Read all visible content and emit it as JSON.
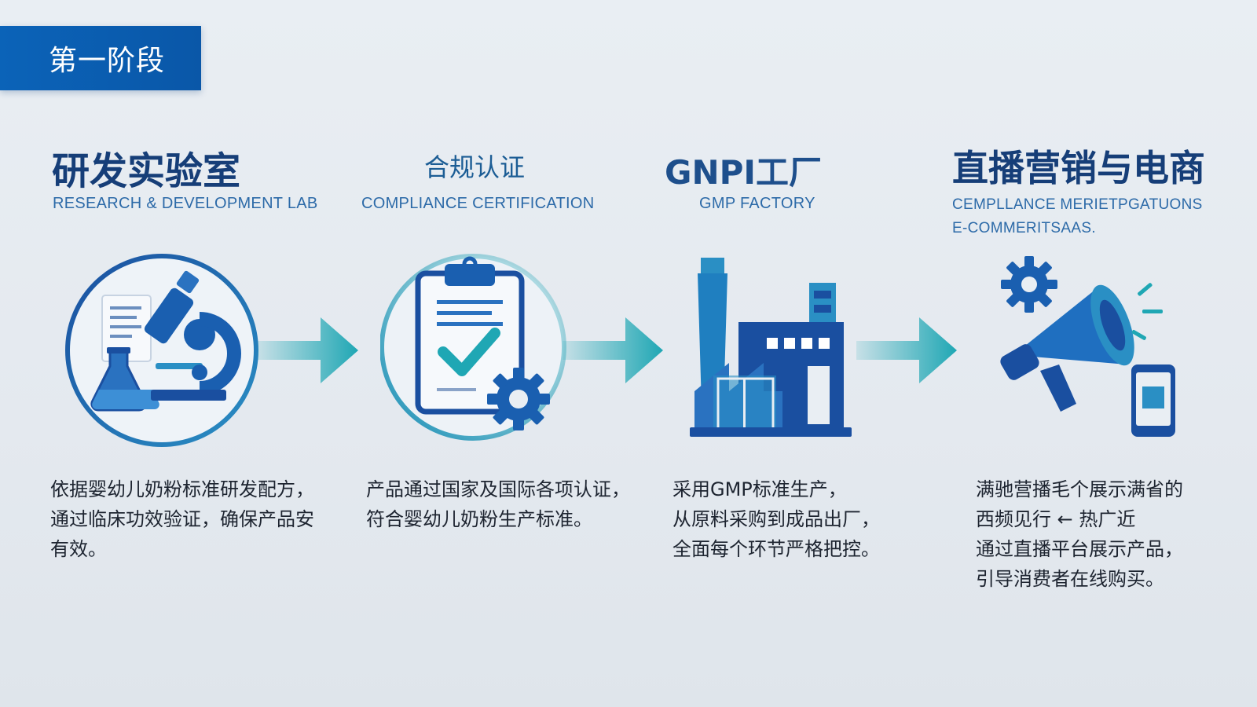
{
  "stage_label": "第一阶段",
  "steps": [
    {
      "title": "研发实验室",
      "subtitle": "RESEARCH & DEVELOPMENT LAB",
      "icon": "microscope-flask-icon",
      "desc": [
        "依据婴幼儿奶粉标准研发配方，",
        "通过临床功效验证，确保产品安",
        "有效。"
      ]
    },
    {
      "title": "合规认证",
      "subtitle": "COMPLIANCE CERTIFICATION",
      "icon": "clipboard-check-gear-icon",
      "desc": [
        "产品通过国家及国际各项认证，",
        "符合婴幼儿奶粉生产标准。"
      ]
    },
    {
      "title": "GNPI工厂",
      "subtitle": "GMP FACTORY",
      "icon": "factory-icon",
      "desc": [
        "采用GMP标准生产，",
        "从原料采购到成品出厂，",
        "全面每个环节严格把控。"
      ]
    },
    {
      "title": "直播营销与电商",
      "subtitle_lines": [
        "CEMPLLANCE MERIETPGATUONS",
        "E-COMMERITSAAS."
      ],
      "icon": "megaphone-phone-gear-icon",
      "desc": [
        "满驰营播毛个展示满省的",
        "西频见行  ← 热广近",
        "通过直播平台展示产品，",
        "引导消费者在线购买。"
      ]
    }
  ],
  "colors": {
    "badge": "#0b63b8",
    "title": "#163e78",
    "subtitle": "#2c6aa8",
    "icon_dark": "#1a4fa0",
    "icon_mid": "#2a7fc4",
    "icon_teal": "#1fa7b4"
  }
}
